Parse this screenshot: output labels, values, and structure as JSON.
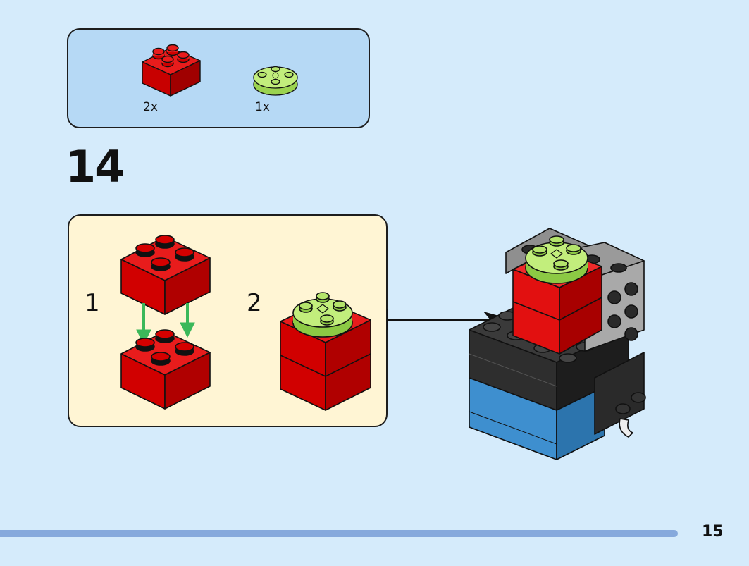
{
  "parts_list": {
    "items": [
      {
        "part": "red-brick-2x2",
        "quantity": "2x"
      },
      {
        "part": "lime-round-plate-2x2",
        "quantity": "1x"
      }
    ]
  },
  "step": {
    "number": "14",
    "substeps": [
      {
        "label": "1"
      },
      {
        "label": "2"
      }
    ]
  },
  "colors": {
    "background": "#d5ebfb",
    "parts_box": "#b6d9f5",
    "substep_box": "#fff5d4",
    "brick_red": "#d90000",
    "plate_lime": "#b4e46b",
    "arrow_green": "#3bb85a",
    "progress": "#86a9dc"
  },
  "footer": {
    "page_number": "15"
  }
}
